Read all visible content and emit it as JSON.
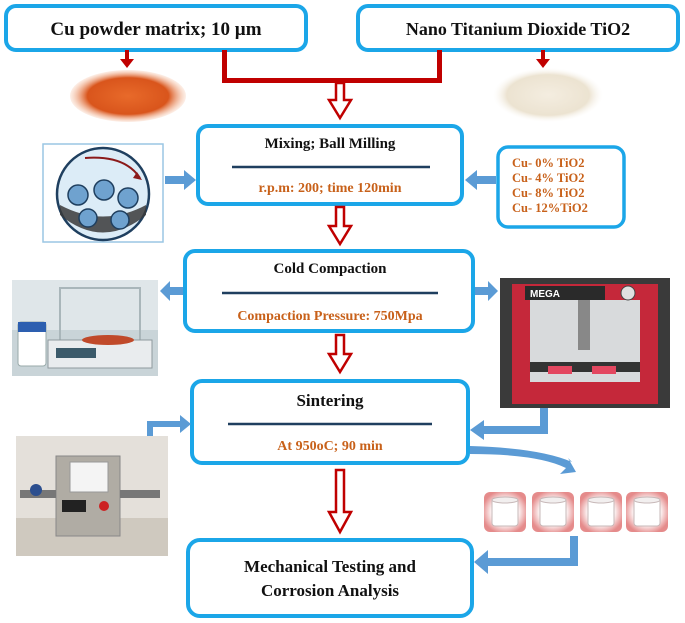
{
  "colors": {
    "box_border": "#1ba6e8",
    "red_arrow": "#c00000",
    "blue_arrow": "#5b9bd5",
    "accent_text": "#c8611a",
    "divider": "#1f3f5f"
  },
  "inputs": {
    "cu_powder": "Cu powder matrix; 10 µm",
    "tio2": "Nano Titanium Dioxide TiO2"
  },
  "steps": {
    "mixing": {
      "title": "Mixing; Ball Milling",
      "detail": "r.p.m: 200; time 120min"
    },
    "compaction": {
      "title": "Cold Compaction",
      "detail": "Compaction Pressure: 750Mpa"
    },
    "sintering": {
      "title": "Sintering",
      "detail": "At 950oC; 90 min"
    },
    "testing": {
      "title_line1": "Mechanical Testing and",
      "title_line2": "Corrosion Analysis"
    }
  },
  "compositions": [
    "Cu- 0% TiO2",
    "Cu- 4% TiO2",
    "Cu- 8% TiO2",
    "Cu- 12%TiO2"
  ],
  "images": {
    "ball_mill": "ball-mill-icon",
    "balance": "balance-photo",
    "press": "hydraulic-press-photo",
    "furnace": "tube-furnace-photo",
    "samples": "sintered-samples"
  },
  "press_brand": "MEGA"
}
